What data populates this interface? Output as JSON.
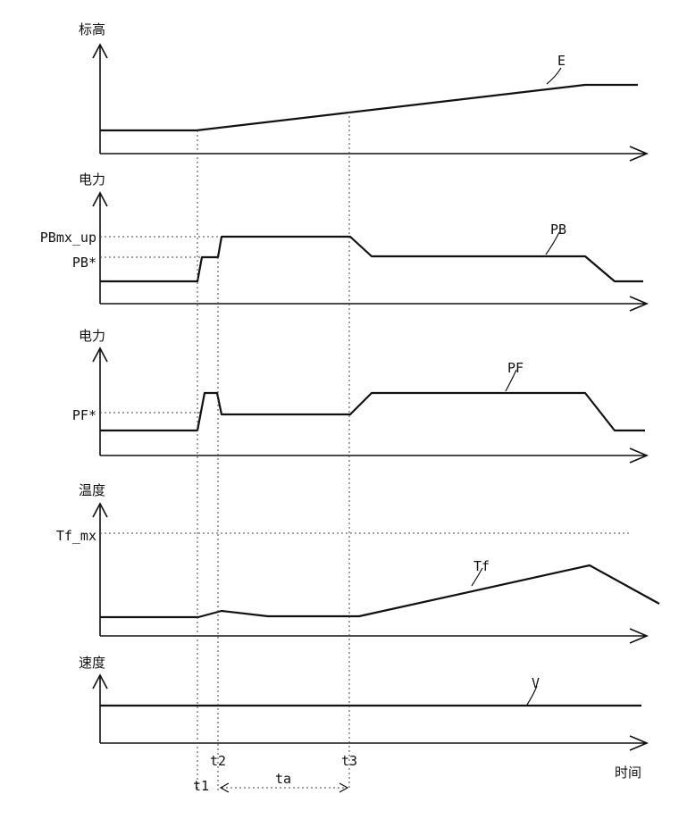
{
  "panels": {
    "elevation": {
      "ylabel": "标高",
      "curve_label": "E"
    },
    "battery_power": {
      "ylabel": "电力",
      "curve_label": "PB",
      "level_labels": [
        "PBmx_up",
        "PB*"
      ]
    },
    "fuel_cell_power": {
      "ylabel": "电力",
      "curve_label": "PF",
      "level_labels": [
        "PF*"
      ]
    },
    "temperature": {
      "ylabel": "温度",
      "curve_label": "Tf",
      "level_labels": [
        "Tf_mx"
      ]
    },
    "speed": {
      "ylabel": "速度",
      "curve_label": "V"
    }
  },
  "time_axis": {
    "xlabel": "时间",
    "markers": [
      "t1",
      "t2",
      "t3"
    ],
    "interval_label": "ta"
  }
}
